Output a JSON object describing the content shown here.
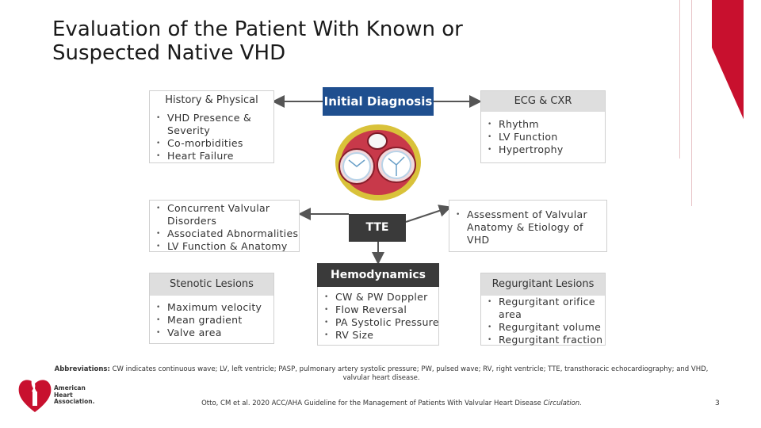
{
  "title": "Evaluation of the Patient With Known or Suspected Native VHD",
  "history": {
    "header": "History & Physical",
    "items": [
      "VHD Presence & Severity",
      "Co-morbidities",
      "Heart Failure"
    ]
  },
  "initial": {
    "label": "Initial Diagnosis"
  },
  "ecg": {
    "header": "ECG & CXR",
    "items": [
      "Rhythm",
      "LV Function",
      "Hypertrophy"
    ]
  },
  "concurrent": {
    "items": [
      "Concurrent Valvular Disorders",
      "Associated Abnormalities",
      "LV Function & Anatomy"
    ]
  },
  "tte": {
    "label": "TTE"
  },
  "assessment": {
    "items": [
      "Assessment of Valvular Anatomy & Etiology of VHD"
    ]
  },
  "stenotic": {
    "header": "Stenotic Lesions",
    "items": [
      "Maximum velocity",
      "Mean gradient",
      "Valve area"
    ]
  },
  "hemodynamics": {
    "header": "Hemodynamics",
    "items": [
      "CW & PW Doppler",
      "Flow Reversal",
      "PA Systolic Pressure",
      "RV Size"
    ]
  },
  "regurgitant": {
    "header": "Regurgitant Lesions",
    "items": [
      "Regurgitant orifice area",
      "Regurgitant volume",
      "Regurgitant fraction"
    ]
  },
  "footer": {
    "abbrev_label": "Abbreviations:",
    "abbrev_text": "CW indicates continuous wave; LV, left ventricle; PASP, pulmonary artery systolic pressure; PW, pulsed wave; RV, right ventricle; TTE, transthoracic echocardiography; and VHD, valvular heart disease.",
    "citation": "Otto, CM et al. 2020 ACC/AHA Guideline for the Management of Patients With Valvular Heart Disease",
    "journal": "Circulation.",
    "page": "3"
  },
  "logo": {
    "line1": "American",
    "line2": "Heart",
    "line3": "Association."
  },
  "colors": {
    "blue": "#1f4f8f",
    "dark": "#3a3a3a",
    "header_gray": "#dedede",
    "brand_red": "#c8102e"
  }
}
